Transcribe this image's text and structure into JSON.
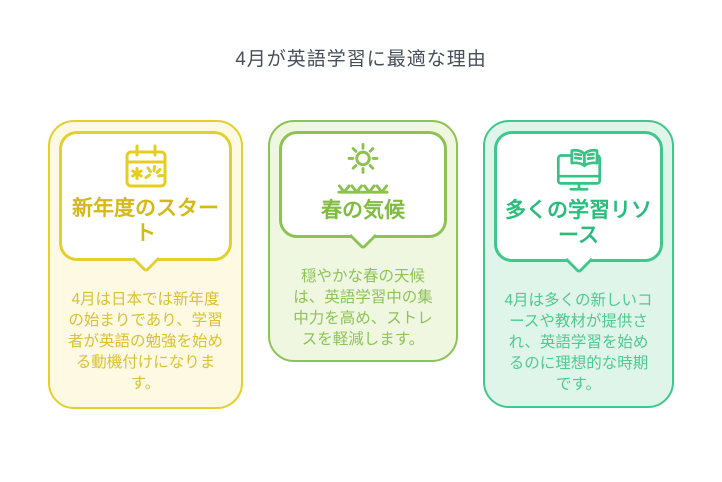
{
  "page": {
    "title": "4月が英語学習に最適な理由"
  },
  "cards": [
    {
      "icon": "calendar-sparkle-icon",
      "title": "新年度のスタート",
      "body": "4月は日本では新年度の始まりであり、学習者が英語の勉強を始める動機付けになります。",
      "theme": {
        "border": "#e4d02c",
        "background": "#fdf9e2",
        "title_color": "#d5b917",
        "body_color": "#d9c233",
        "icon_color": "#e4cf20"
      }
    },
    {
      "icon": "sun-over-grass-icon",
      "title": "春の気候",
      "body": "穏やかな春の天候は、英語学習中の集中力を高め、ストレスを軽減します。",
      "theme": {
        "border": "#8dc355",
        "background": "#eff7e0",
        "title_color": "#7fbc40",
        "body_color": "#8ec35c",
        "icon_color": "#8cc24d"
      }
    },
    {
      "icon": "monitor-book-icon",
      "title": "多くの学習リソース",
      "body": "4月は多くの新しいコースや教材が提供され、英語学習を始めるのに理想的な時期です。",
      "theme": {
        "border": "#3ec88c",
        "background": "#e0f5ea",
        "title_color": "#29bd7d",
        "body_color": "#4fca90",
        "icon_color": "#36c384"
      }
    }
  ]
}
